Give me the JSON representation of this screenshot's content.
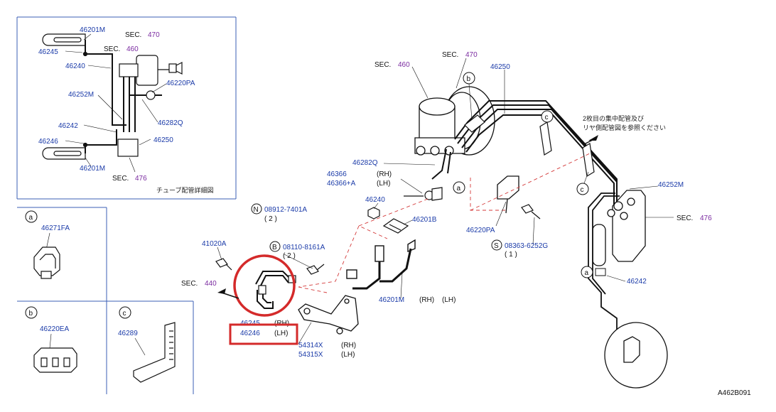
{
  "diagram_code": "A462B091",
  "colors": {
    "part_number": "#1a3aa8",
    "section_number": "#7a2aa0",
    "line": "#111111",
    "dashed_leader": "#d43a3a",
    "highlight": "#d42a2a"
  },
  "inset": {
    "caption": "チューブ配管詳細図",
    "labels": {
      "p46201M_top": "46201M",
      "p46245": "46245",
      "p46240": "46240",
      "p46252M": "46252M",
      "p46242": "46242",
      "p46246": "46246",
      "p46201M_bottom": "46201M",
      "p46220PA": "46220PA",
      "p46282Q": "46282Q",
      "p46250": "46250"
    },
    "sections": {
      "sec470": {
        "label": "SEC.",
        "number": "470"
      },
      "sec460": {
        "label": "SEC.",
        "number": "460"
      },
      "sec476": {
        "label": "SEC.",
        "number": "476"
      }
    }
  },
  "panels": {
    "a": {
      "callout": "a",
      "part": "46271FA"
    },
    "b": {
      "callout": "b",
      "part": "46220EA"
    },
    "c": {
      "callout": "c",
      "part": "46289"
    }
  },
  "main": {
    "sections": {
      "sec460": {
        "label": "SEC.",
        "number": "460"
      },
      "sec470": {
        "label": "SEC.",
        "number": "470"
      },
      "sec476": {
        "label": "SEC.",
        "number": "476"
      },
      "sec440": {
        "label": "SEC.",
        "number": "440"
      }
    },
    "parts": {
      "p46250": "46250",
      "p46282Q": "46282Q",
      "p46366": "46366",
      "p46366_side": "(RH)",
      "p46366A": "46366+A",
      "p46366A_side": "(LH)",
      "p46240": "46240",
      "p46201B": "46201B",
      "p46220PA": "46220PA",
      "p46252M": "46252M",
      "p46242": "46242",
      "p41020A": "41020A",
      "p46245": "46245",
      "p46245_side": "(RH)",
      "p46246": "46246",
      "p46246_side": "(LH)",
      "p46201M": "46201M",
      "p46201M_rh": "(RH)",
      "p46201M_lh": "(LH)",
      "p54314X": "54314X",
      "p54314X_side": "(RH)",
      "p54315X": "54315X",
      "p54315X_side": "(LH)"
    },
    "fasteners": {
      "n": {
        "callout": "N",
        "part": "08912-7401A",
        "qty": "( 2 )"
      },
      "b": {
        "callout": "B",
        "part": "08110-8161A",
        "qty": "( 2 )"
      },
      "s": {
        "callout": "S",
        "part": "08363-6252G",
        "qty": "( 1 )"
      }
    },
    "note": {
      "line1": "2枚目の集中配管及び",
      "line2": "リヤ側配管図を参照ください"
    },
    "callouts": {
      "a": "a",
      "b": "b",
      "c": "c"
    }
  }
}
